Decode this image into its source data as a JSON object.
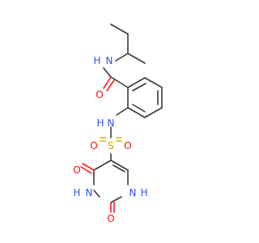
{
  "atoms": [
    {
      "id": "N_amide",
      "label": "N",
      "color": "#3050f8"
    },
    {
      "id": "H_amide",
      "label": "H",
      "color": "#3050f8"
    },
    {
      "id": "O_amide",
      "label": "O",
      "color": "#ff0d0d"
    },
    {
      "id": "N_sulf",
      "label": "N",
      "color": "#3050f8"
    },
    {
      "id": "H_sulf",
      "label": "H",
      "color": "#3050f8"
    },
    {
      "id": "S",
      "label": "S",
      "color": "#c8a800"
    },
    {
      "id": "O_s_left",
      "label": "O",
      "color": "#ff0d0d"
    },
    {
      "id": "O_s_right",
      "label": "O",
      "color": "#ff0d0d"
    },
    {
      "id": "O_ring_upper",
      "label": "O",
      "color": "#ff0d0d"
    },
    {
      "id": "O_ring_lower",
      "label": "O",
      "color": "#ff0d0d"
    },
    {
      "id": "NH_ring_left",
      "label": "H",
      "color": "#3050f8"
    },
    {
      "id": "N_ring_left",
      "label": "N",
      "color": "#3050f8"
    },
    {
      "id": "N_ring_right",
      "label": "N",
      "color": "#3050f8"
    },
    {
      "id": "NH_ring_right",
      "label": "H",
      "color": "#3050f8"
    }
  ]
}
